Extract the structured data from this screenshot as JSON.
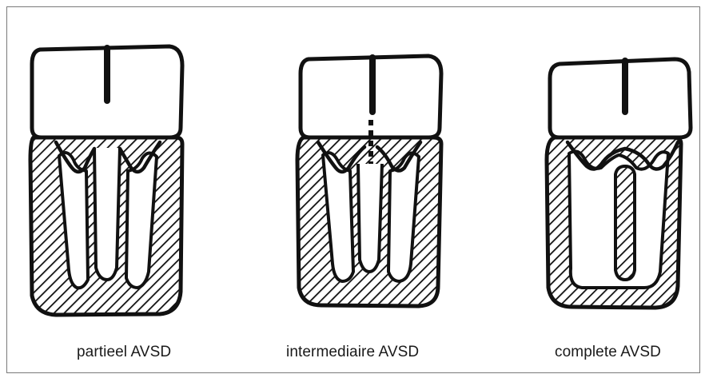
{
  "diagrams": [
    {
      "id": "partial",
      "caption": "partieel AVSD"
    },
    {
      "id": "intermediate",
      "caption": "intermediaire AVSD"
    },
    {
      "id": "complete",
      "caption": "complete AVSD"
    }
  ],
  "colors": {
    "ink": "#111111",
    "paper": "#ffffff",
    "frame": "#7a7a7a"
  }
}
